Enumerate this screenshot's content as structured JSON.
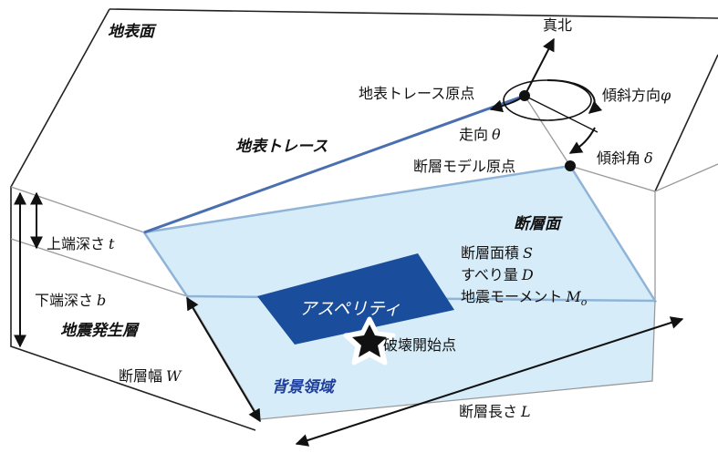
{
  "colors": {
    "fault_fill": "#d6ecf9",
    "fault_edge": "#8fb4d8",
    "asperity": "#1a4e9c",
    "trace": "#4a6fb0",
    "background_label": "#1f3f9a"
  },
  "icons": [
    "north-arrow-icon",
    "star-icon",
    "origin-dot-icon"
  ],
  "labels": {
    "ground_surface": "地表面",
    "true_north": "真北",
    "trace_origin": "地表トレース原点",
    "dip_direction": "傾斜方向",
    "dip_direction_sym": "φ",
    "strike": "走向",
    "strike_sym": "θ",
    "surface_trace": "地表トレース",
    "dip_angle": "傾斜角",
    "dip_angle_sym": "δ",
    "model_origin": "断層モデル原点",
    "fault_plane": "断層面",
    "fault_area": "断層面積",
    "fault_area_sym": "S",
    "slip": "すべり量",
    "slip_sym": "D",
    "moment": "地震モーメント",
    "moment_sym": "M",
    "moment_sub": "o",
    "upper_depth": "上端深さ",
    "upper_depth_sym": "t",
    "lower_depth": "下端深さ",
    "lower_depth_sym": "b",
    "seismogenic_layer": "地震発生層",
    "asperity": "アスペリティ",
    "rupture_start": "破壊開始点",
    "fault_width": "断層幅",
    "fault_width_sym": "W",
    "background_area": "背景領域",
    "fault_length": "断層長さ",
    "fault_length_sym": "L"
  }
}
